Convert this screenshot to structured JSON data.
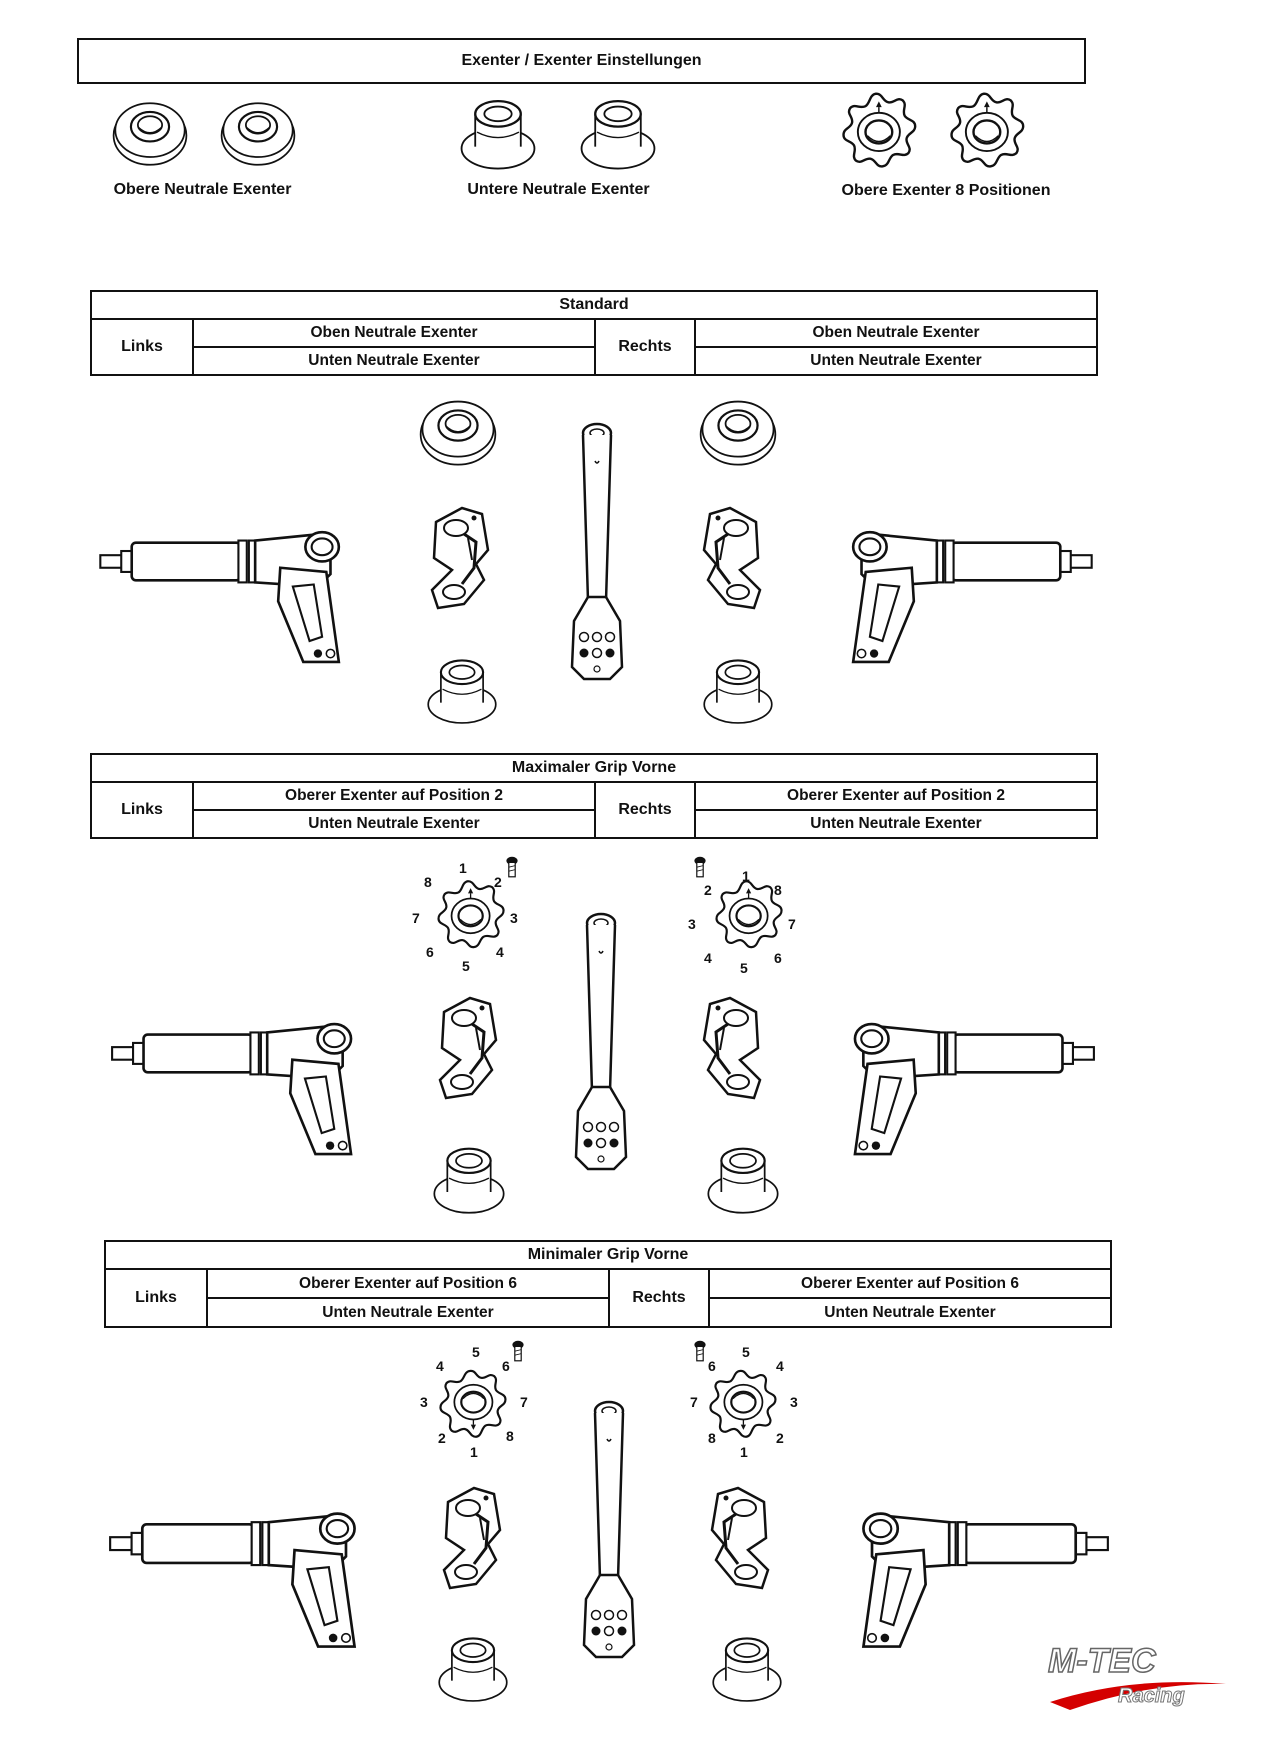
{
  "header": {
    "title": "Exenter / Exenter Einstellungen"
  },
  "parts": {
    "upper_neutral": "Obere Neutrale Exenter",
    "lower_neutral": "Untere Neutrale Exenter",
    "upper_8pos": "Obere Exenter 8 Positionen"
  },
  "sections": [
    {
      "title": "Standard",
      "left_label": "Links",
      "left_top": "Oben Neutrale Exenter",
      "left_bottom": "Unten Neutrale Exenter",
      "right_label": "Rechts",
      "right_top": "Oben Neutrale Exenter",
      "right_bottom": "Unten Neutrale Exenter"
    },
    {
      "title": "Maximaler Grip Vorne",
      "left_label": "Links",
      "left_top": "Oberer Exenter auf Position 2",
      "left_bottom": "Unten Neutrale Exenter",
      "right_label": "Rechts",
      "right_top": "Oberer Exenter auf Position 2",
      "right_bottom": "Unten Neutrale Exenter"
    },
    {
      "title": "Minimaler Grip Vorne",
      "left_label": "Links",
      "left_top": "Oberer Exenter auf Position 6",
      "left_bottom": "Unten Neutrale Exenter",
      "right_label": "Rechts",
      "right_top": "Oberer Exenter auf Position 6",
      "right_bottom": "Unten Neutrale Exenter"
    }
  ],
  "dial_numbers": [
    "1",
    "2",
    "3",
    "4",
    "5",
    "6",
    "7",
    "8"
  ],
  "logo": {
    "brand": "M-TEC",
    "sub": "Racing",
    "accent": "#d40000"
  }
}
